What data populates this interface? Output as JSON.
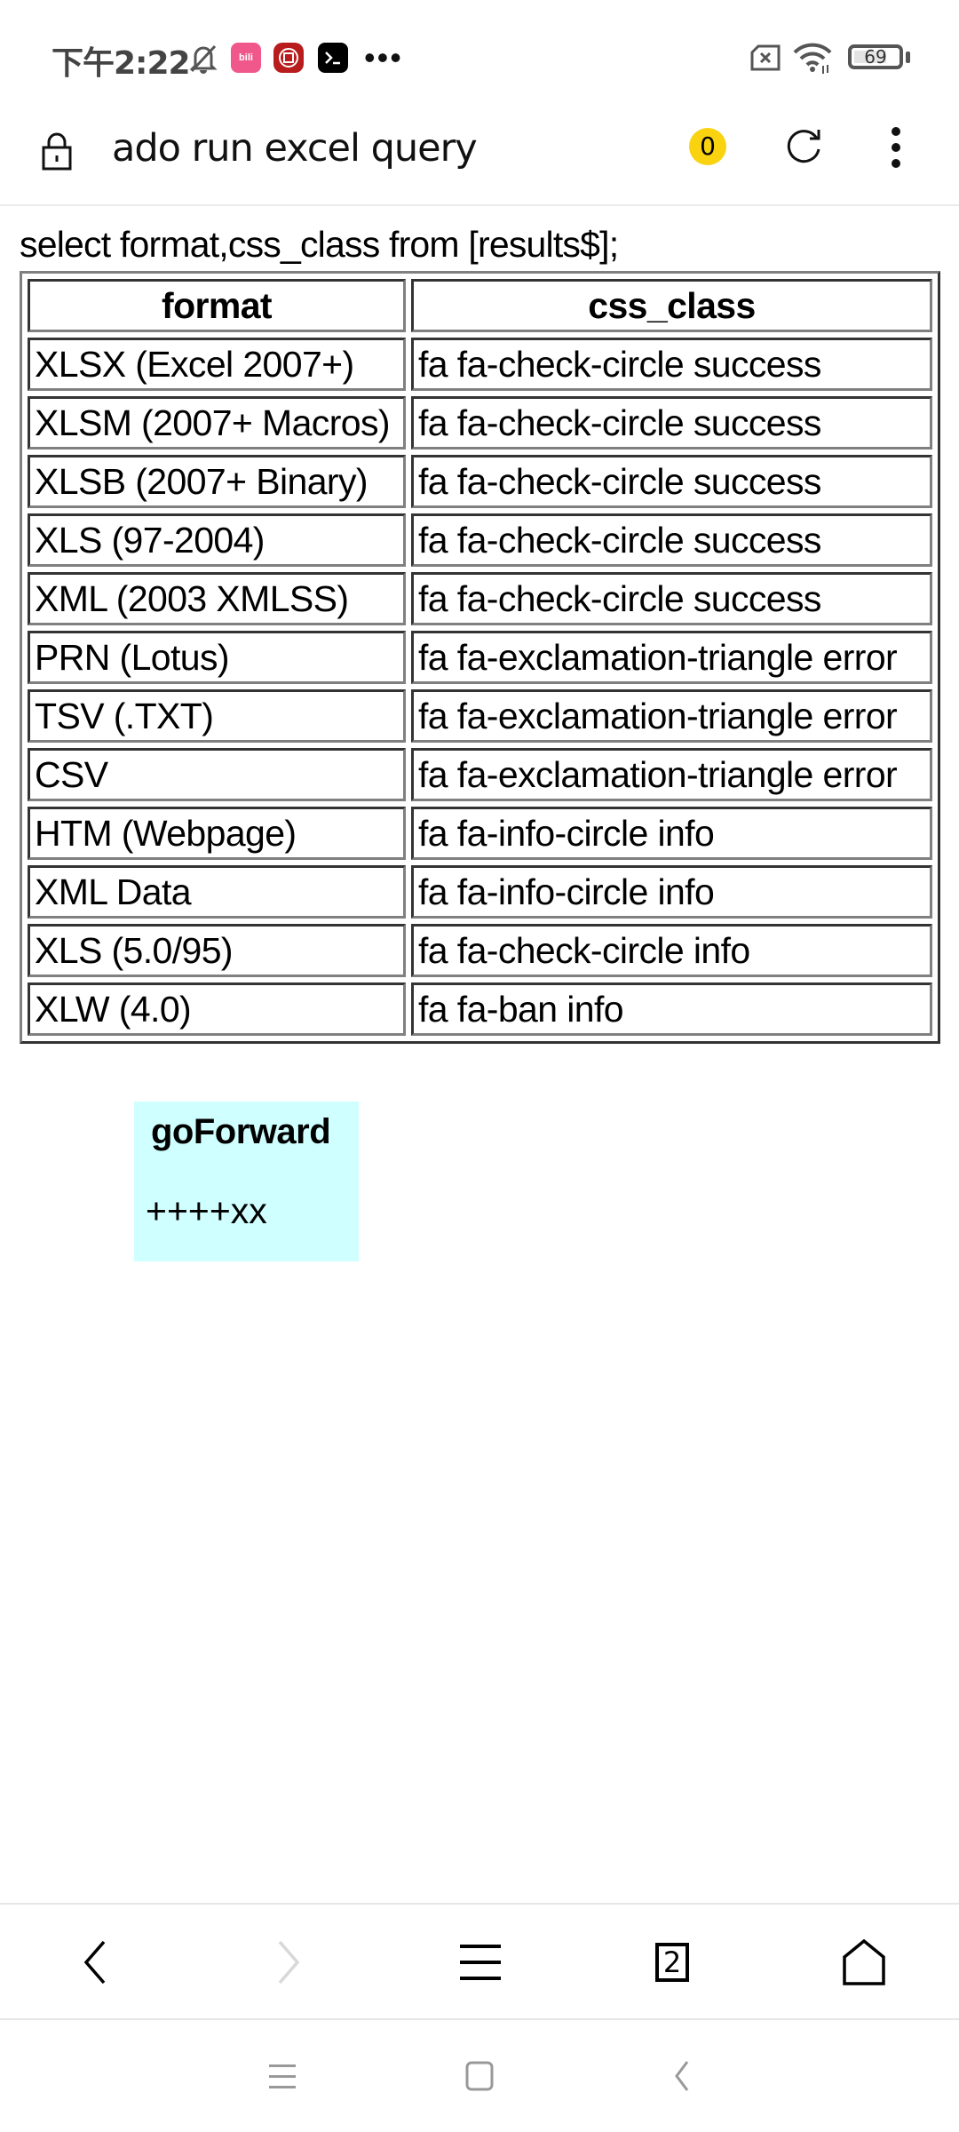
{
  "status_bar": {
    "time": "下午2:22",
    "icons": [
      "mute-bell-icon",
      "bilibili-app-icon",
      "bank-app-icon",
      "terminal-app-icon",
      "more-dots-icon"
    ],
    "more": "•••",
    "sim_status": "no-sim-icon",
    "wifi": "wifi-icon",
    "battery": "69"
  },
  "address_bar": {
    "title": "ado run excel query",
    "badge_count": "0",
    "colors": {
      "badge": "#f9d30f"
    }
  },
  "page": {
    "query": "select format,css_class from [results$];",
    "table": {
      "headers": [
        "format",
        "css_class"
      ],
      "rows": [
        [
          "XLSX (Excel 2007+)",
          "fa fa-check-circle success"
        ],
        [
          "XLSM (2007+ Macros)",
          "fa fa-check-circle success"
        ],
        [
          "XLSB (2007+ Binary)",
          "fa fa-check-circle success"
        ],
        [
          "XLS (97-2004)",
          "fa fa-check-circle success"
        ],
        [
          "XML (2003 XMLSS)",
          "fa fa-check-circle success"
        ],
        [
          "PRN (Lotus)",
          "fa fa-exclamation-triangle error"
        ],
        [
          "TSV (.TXT)",
          "fa fa-exclamation-triangle error"
        ],
        [
          "CSV",
          "fa fa-exclamation-triangle error"
        ],
        [
          "HTM (Webpage)",
          "fa fa-info-circle info"
        ],
        [
          "XML Data",
          "fa fa-info-circle info"
        ],
        [
          "XLS (5.0/95)",
          "fa fa-check-circle info"
        ],
        [
          "XLW (4.0)",
          "fa fa-ban info"
        ]
      ]
    },
    "overlay": {
      "title": "goForward",
      "subtitle": "++++xx",
      "color": "#ccffff"
    }
  },
  "bottom_bar": {
    "back": "back-icon",
    "forward": "forward-icon",
    "menu": "menu-icon",
    "tab_count": "2",
    "home": "home-icon"
  },
  "system_nav": {
    "recents": "recents-icon",
    "home": "home-square-icon",
    "back": "back-triangle-icon"
  }
}
